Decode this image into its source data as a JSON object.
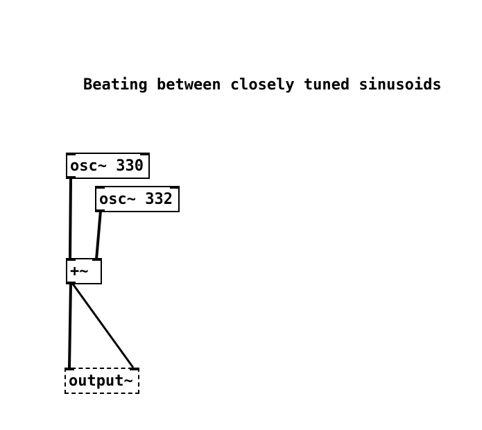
{
  "patch": {
    "comment": "Beating between closely tuned sinusoids",
    "objects": {
      "osc1": "osc~ 330",
      "osc2": "osc~ 332",
      "adder": "+~",
      "output": "output~"
    }
  },
  "colors": {
    "background": "#ffffff",
    "ink": "#000000"
  }
}
